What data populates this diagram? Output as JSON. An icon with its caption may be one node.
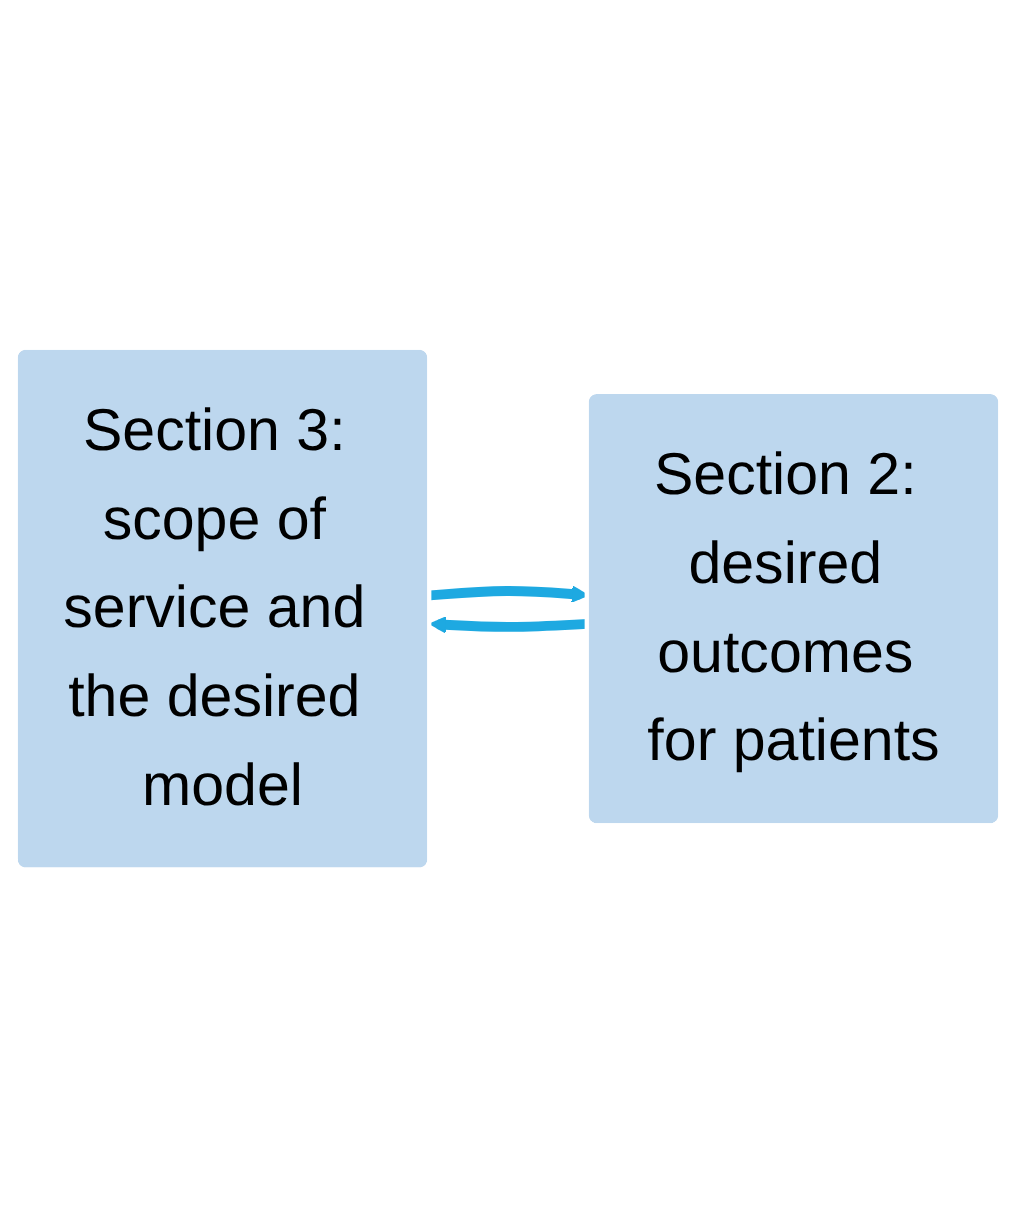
{
  "diagram": {
    "nodes": [
      {
        "text": [
          "Section 3: scope of service and the desired model"
        ]
      },
      {
        "text": [
          "Section 2: desired outcomes for patients"
        ]
      }
    ],
    "edges": [
      {
        "from": 0,
        "to": 1,
        "arrow": "to"
      },
      {
        "from": 1,
        "to": 0,
        "arrow": "to"
      }
    ]
  }
}
